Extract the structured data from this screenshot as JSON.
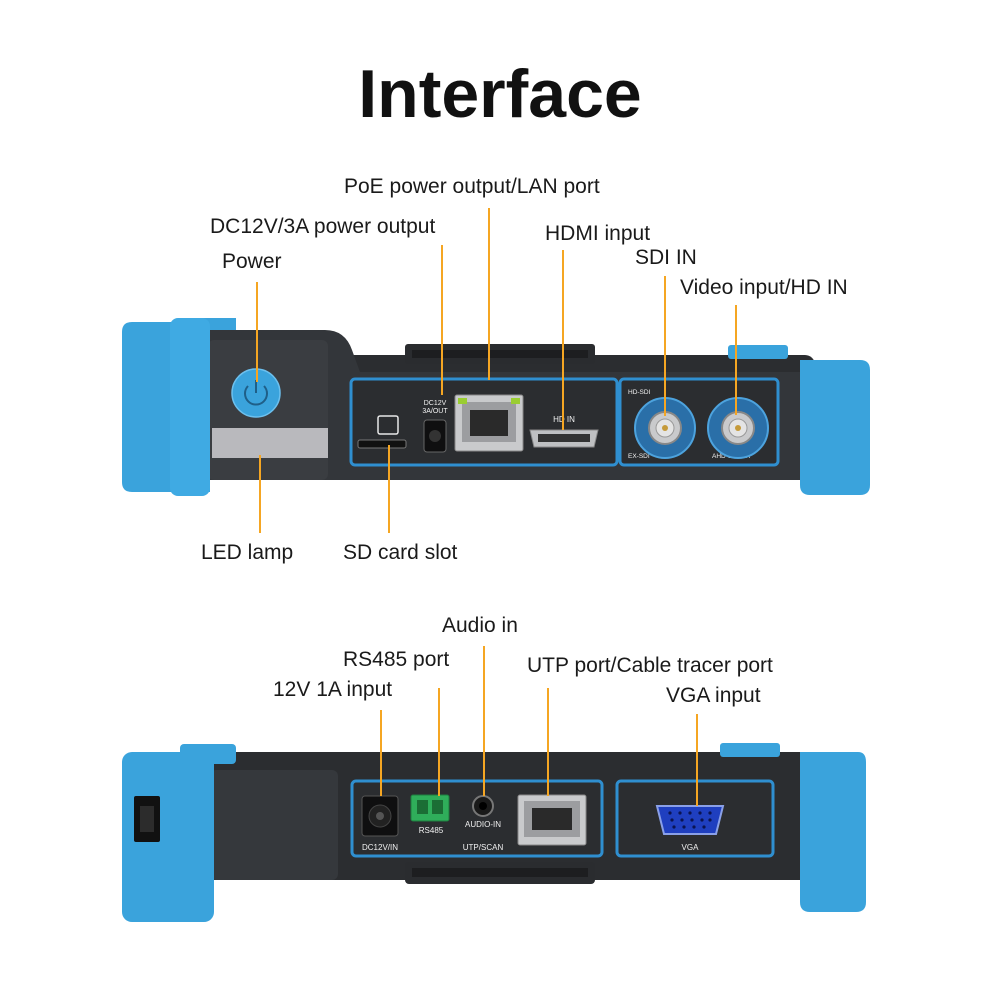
{
  "title": "Interface",
  "top_device": {
    "labels": {
      "poe": "PoE power output/LAN port",
      "dc_out": "DC12V/3A power output",
      "power": "Power",
      "hdmi": "HDMI input",
      "sdi": "SDI IN",
      "video": "Video input/HD IN",
      "led": "LED lamp",
      "sd": "SD card slot"
    },
    "panel_text": {
      "dc_out_a": "DC12V",
      "dc_out_b": "3A/OUT",
      "hdmi": "HD IN",
      "hd_sdi": "HD-SDI",
      "ex_sdi": "EX-SDI",
      "ahd": "AHD CVI TVI"
    }
  },
  "bottom_device": {
    "labels": {
      "audio": "Audio in",
      "rs485": "RS485 port",
      "utp": "UTP port/Cable tracer port",
      "dcin": "12V 1A input",
      "vga": "VGA input"
    },
    "panel_text": {
      "dcin": "DC12V/IN",
      "rs485": "RS485",
      "audio": "AUDIO-IN",
      "utp": "UTP/SCAN",
      "vga": "VGA"
    }
  },
  "colors": {
    "bumper": "#3aa3dc",
    "body": "#2b2d30",
    "panel_outline": "#2f8fd0",
    "leader": "#f5a623",
    "text": "#1a1a1a"
  }
}
